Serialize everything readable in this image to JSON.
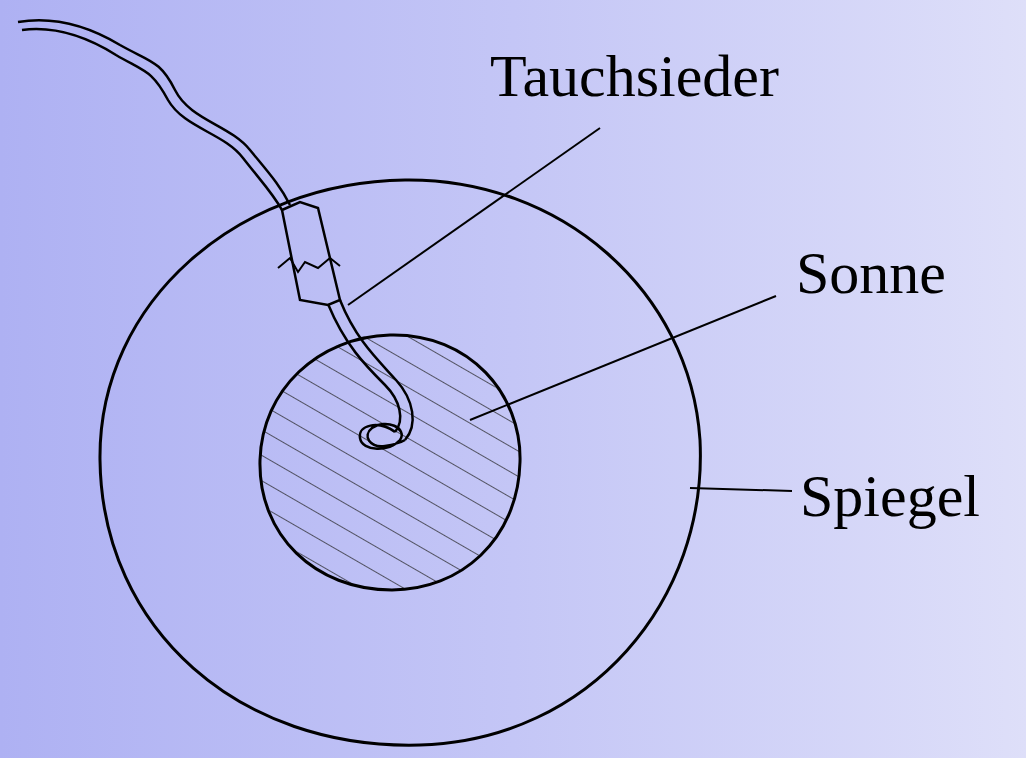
{
  "diagram": {
    "labels": [
      "Tauchsieder",
      "Sonne",
      "Spiegel"
    ]
  }
}
